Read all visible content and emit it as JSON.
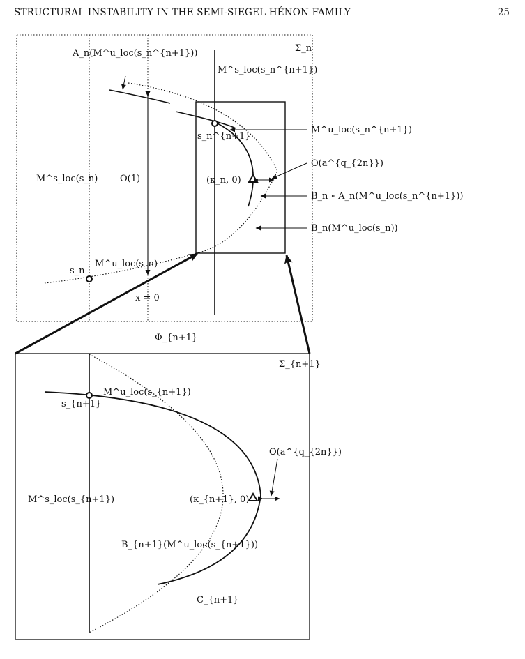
{
  "header": {
    "running_title": "STRUCTURAL INSTABILITY IN THE SEMI-SIEGEL HÉNON FAMILY",
    "page_number": "25"
  },
  "figure": {
    "top_panel": {
      "section_label": "Σ_n",
      "label_A_n": "A_n(M^u_loc(s_n^{n+1}))",
      "label_Ms_sn1": "M^s_loc(s_n^{n+1})",
      "label_Mu_sn1": "M^u_loc(s_n^{n+1})",
      "label_point_sn1": "s_n^{n+1}",
      "label_order_one": "O(1)",
      "label_Ms_sn": "M^s_loc(s_n)",
      "label_kappa_n": "(κ_n, 0)",
      "label_O_aq": "O(a^{q_{2n}})",
      "label_BnAn": "B_n ∘ A_n(M^u_loc(s_n^{n+1}))",
      "label_Bn": "B_n(M^u_loc(s_n))",
      "label_Mu_sn": "M^u_loc(s_n)",
      "label_point_sn": "s_n",
      "label_x0": "x = 0"
    },
    "map_label": "Φ_{n+1}",
    "bottom_panel": {
      "section_label": "Σ_{n+1}",
      "label_Mu_sn1": "M^u_loc(s_{n+1})",
      "label_point_sn1": "s_{n+1}",
      "label_O_aq": "O(a^{q_{2n}})",
      "label_Ms_sn1": "M^s_loc(s_{n+1})",
      "label_kappa_n1": "(κ_{n+1}, 0)",
      "label_Bn1": "B_{n+1}(M^u_loc(s_{n+1}))",
      "label_C": "C_{n+1}"
    }
  }
}
